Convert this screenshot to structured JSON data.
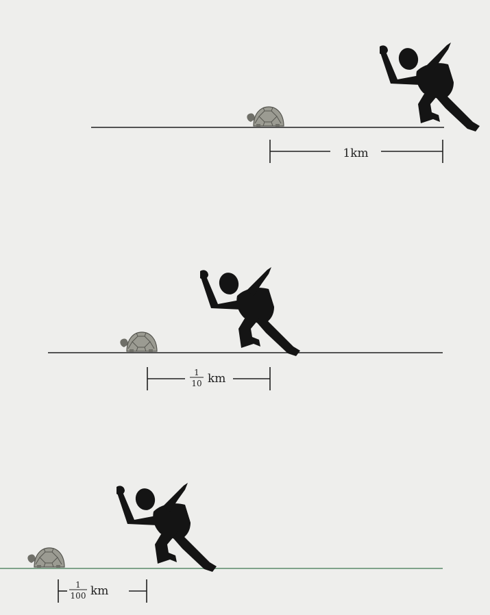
{
  "panels": [
    {
      "distance": {
        "whole": "1",
        "unit": "km"
      }
    },
    {
      "distance": {
        "numerator": "1",
        "denominator": "10",
        "unit": "km"
      }
    },
    {
      "distance": {
        "numerator": "1",
        "denominator": "100",
        "unit": "km"
      }
    }
  ],
  "colors": {
    "background": "#eeeeec",
    "ink": "#1e1e1e",
    "silhouette": "#141414",
    "tortoise_shell": "#9b9b92",
    "tortoise_body": "#6f6f68",
    "bottom_ground": "#5a8a6a"
  },
  "icons": [
    "runner-silhouette",
    "tortoise-icon"
  ]
}
